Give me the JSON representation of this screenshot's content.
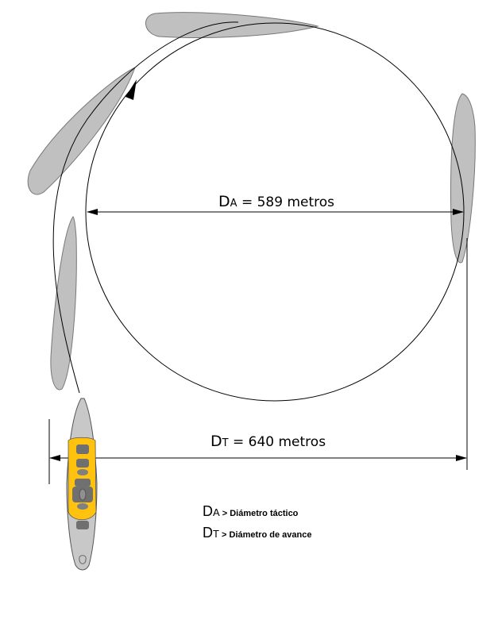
{
  "measure_a": {
    "symbol": "D",
    "subscript": "A",
    "text": "= 589 metros"
  },
  "measure_t": {
    "symbol": "D",
    "subscript": "T",
    "text": "= 640 metros"
  },
  "legend": [
    {
      "symbol": "D",
      "subscript": "A",
      "text": "> Diámetro táctico"
    },
    {
      "symbol": "D",
      "subscript": "T",
      "text": "> Diámetro de avance"
    }
  ],
  "colors": {
    "ship_deck": "#FFC20E",
    "ship_hull": "#C8C8C8",
    "ghost_ship": "#C0C0C0",
    "turret": "#707070"
  }
}
